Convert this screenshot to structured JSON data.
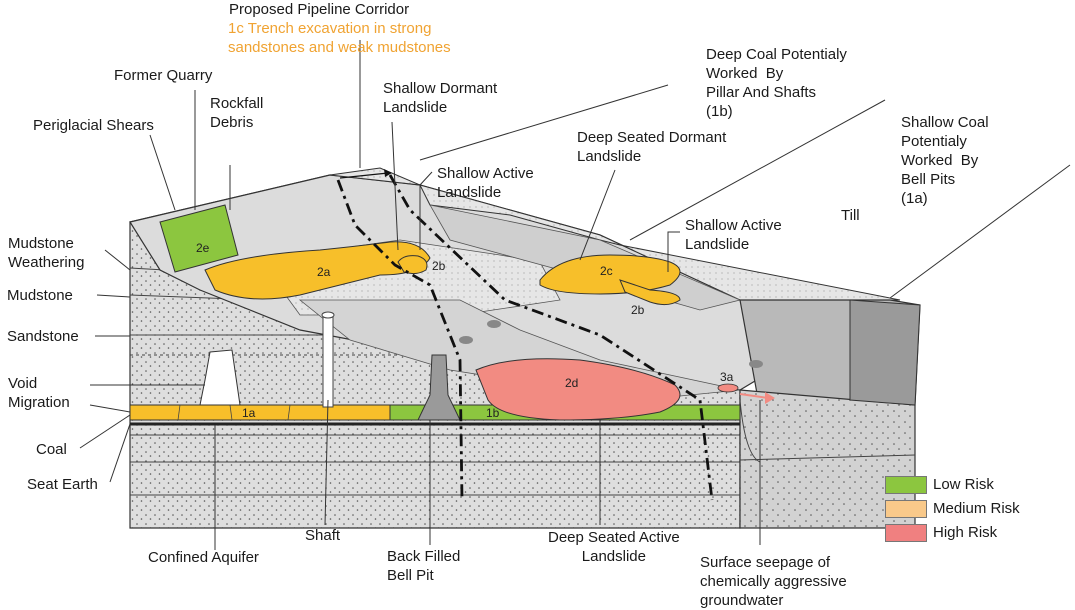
{
  "labels": {
    "proposed_corridor": "Proposed Pipeline Corridor",
    "trench_line1": "1c Trench excavation in strong",
    "trench_line2": "sandstones and weak mudstones",
    "former_quarry": "Former Quarry",
    "rockfall": "Rockfall\nDebris",
    "periglacial": "Periglacial Shears",
    "shallow_dormant": "Shallow Dormant\nLandslide",
    "shallow_active_1": "Shallow Active\nLandslide",
    "deep_coal": "Deep Coal Potentialy\nWorked  By\nPillar And Shafts\n(1b)",
    "deep_seated_dormant": "Deep Seated Dormant\nLandslide",
    "shallow_coal": "Shallow Coal\nPotentialy\nWorked  By\nBell Pits\n(1a)",
    "shallow_active_2": "Shallow Active\nLandslide",
    "till": "Till",
    "mudstone_weathering": "Mudstone\nWeathering",
    "mudstone": "Mudstone",
    "sandstone": "Sandstone",
    "void_migration": "Void\nMigration",
    "coal": "Coal",
    "seat_earth": "Seat Earth",
    "shaft": "Shaft",
    "confined_aquifer": "Confined Aquifer",
    "back_filled": "Back Filled\nBell Pit",
    "deep_seated_active": "Deep Seated Active\nLandslide",
    "surface_seepage": "Surface seepage of\nchemically aggressive\ngroundwater"
  },
  "zones": {
    "z2e": "2e",
    "z2a": "2a",
    "z2b_top": "2b",
    "z2c": "2c",
    "z2b_right": "2b",
    "z2d": "2d",
    "z1a": "1a",
    "z1b": "1b",
    "z3a": "3a"
  },
  "legend": [
    {
      "label": "Low Risk",
      "color": "#8cc63f"
    },
    {
      "label": "Medium Risk",
      "color": "#f9c98a"
    },
    {
      "label": "High Risk",
      "color": "#f08080"
    }
  ],
  "colors": {
    "low": "#8cc63f",
    "medium": "#f7bf2a",
    "high": "#f28b82",
    "gray_light": "#d8d8d8",
    "gray_mid": "#c6c6c6",
    "gray_dark": "#9a9a9a"
  }
}
